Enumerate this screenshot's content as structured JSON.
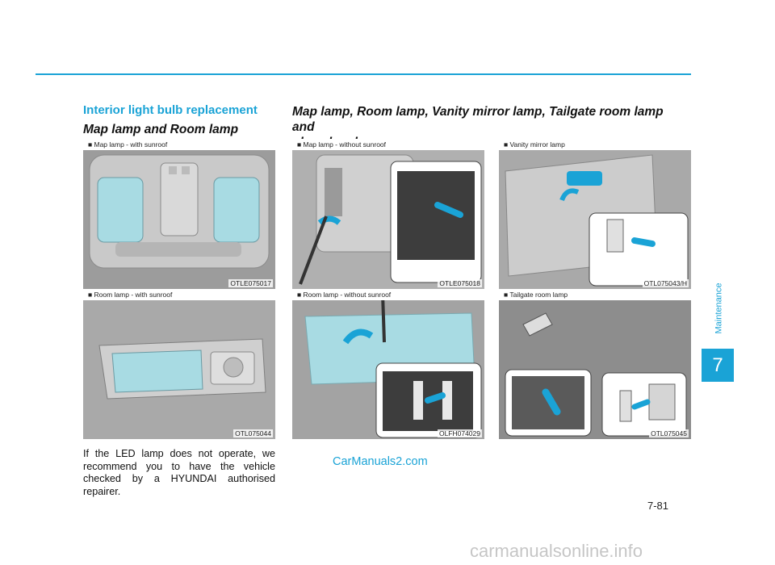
{
  "header": {
    "section_title": "Interior light bulb replacement",
    "left_subtitle": "Map lamp and Room lamp",
    "right_subtitle_line1": "Map lamp, Room lamp, Vanity mirror lamp, Tailgate room lamp and",
    "right_subtitle_line2": "glove box lamp"
  },
  "figures": [
    {
      "caption": "■ Map lamp - with sunroof",
      "code": "OTLE075017"
    },
    {
      "caption": "■ Room lamp - with sunroof",
      "code": "OTL075044"
    },
    {
      "caption": "■ Map lamp - without sunroof",
      "code": "OTLE075018"
    },
    {
      "caption": "■ Room lamp - without sunroof",
      "code": "OLFH074029"
    },
    {
      "caption": "■ Vanity mirror lamp",
      "code": "OTL075043/H"
    },
    {
      "caption": "■ Tailgate room lamp",
      "code": "OTL075045"
    }
  ],
  "body_text": "If the LED lamp does not operate, we recommend you to have the vehicle checked by a HYUNDAI authorised repairer.",
  "watermark_link": "CarManuals2.com",
  "side_tab": {
    "label": "Maintenance",
    "chapter": "7"
  },
  "page_number": "7-81",
  "footer_mark": "carmanualsonline.info",
  "colors": {
    "accent": "#1aa3d6",
    "lamp_glass": "#a8dbe3",
    "arrow": "#1aa3d6"
  }
}
